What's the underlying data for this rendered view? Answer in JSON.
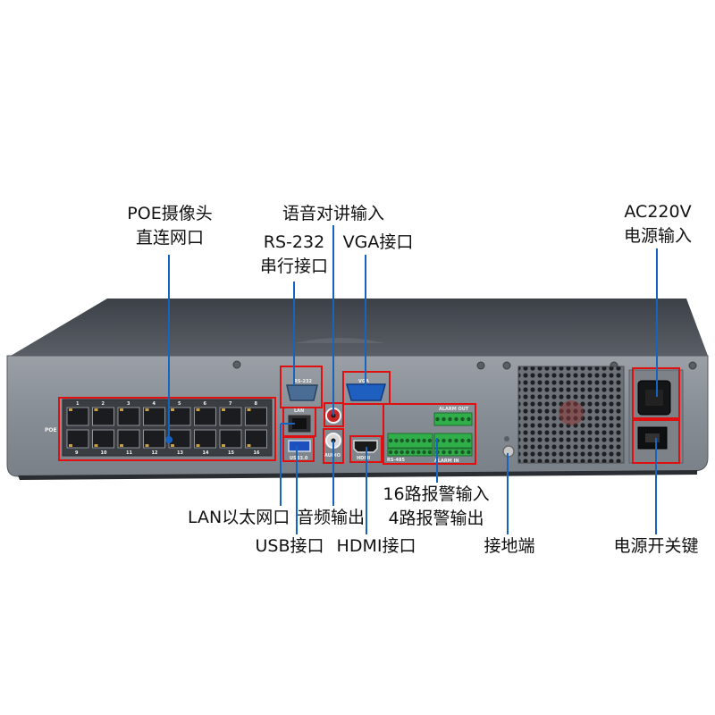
{
  "labels": {
    "poe": [
      "POE摄像头",
      "直连网口"
    ],
    "voice_input": "语音对讲输入",
    "rs232": [
      "RS-232",
      "串行接口"
    ],
    "vga": "VGA接口",
    "ac_power": [
      "AC220V",
      "电源输入"
    ],
    "lan": "LAN以太网口",
    "audio_out": "音频输出",
    "usb": "USB接口",
    "hdmi": "HDMI接口",
    "alarm": [
      "16路报警输入",
      "4路报警输出"
    ],
    "ground": "接地端",
    "power_switch": "电源开关键"
  },
  "panel_markings": {
    "poe": "POE",
    "ports_top": [
      "1",
      "2",
      "3",
      "4",
      "5",
      "6",
      "7",
      "8"
    ],
    "ports_bottom": [
      "9",
      "10",
      "11",
      "12",
      "13",
      "14",
      "15",
      "16"
    ],
    "rs232": "RS-232",
    "vga": "VGA",
    "lan": "LAN",
    "usb": "USB3.0",
    "audio": "AUDIO",
    "hdmi": "HDMI",
    "alarm_out": "ALARM OUT",
    "alarm_in": "ALARM IN",
    "rs485": "RS-485"
  },
  "colors": {
    "annotation_line": "#1565c0",
    "highlight_box": "#e01010",
    "chassis": "#8a9096",
    "terminal_block": "#2fae4a"
  }
}
